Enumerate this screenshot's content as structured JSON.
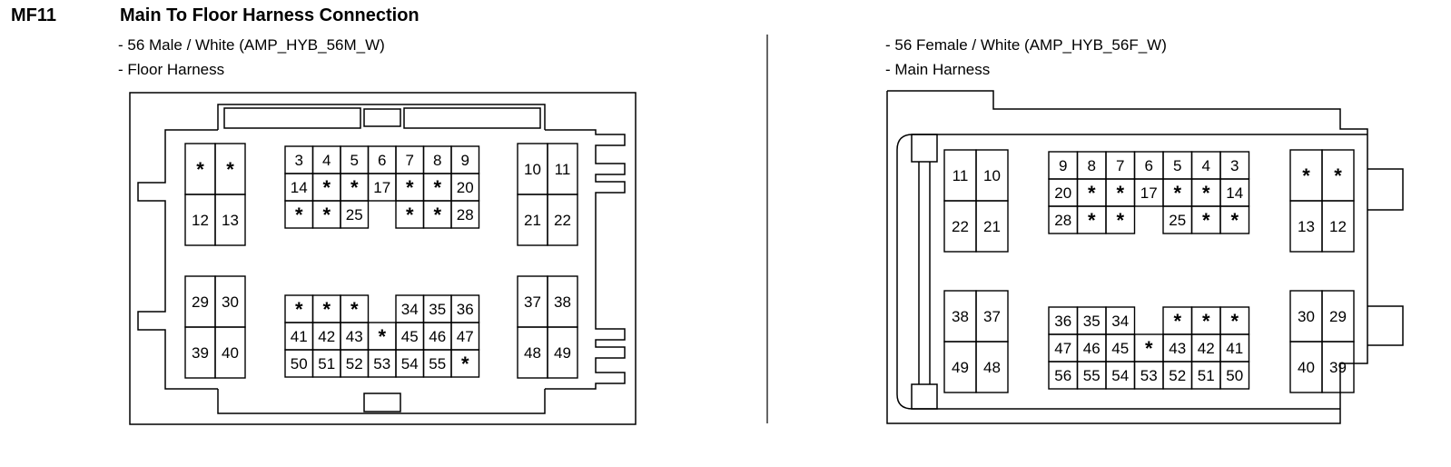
{
  "header": {
    "id": "MF11",
    "title": "Main To Floor Harness Connection"
  },
  "left_connector": {
    "line1": "- 56 Male / White (AMP_HYB_56M_W)",
    "line2": "- Floor Harness",
    "blocks": [
      {
        "rows": [
          [
            "*",
            "*"
          ],
          [
            "12",
            "13"
          ]
        ]
      },
      {
        "rows": [
          [
            "3",
            "4",
            "5",
            "6",
            "7",
            "8",
            "9"
          ],
          [
            "14",
            "*",
            "*",
            "17",
            "*",
            "*",
            "20"
          ],
          [
            "*",
            "*",
            "25",
            "",
            "*",
            "*",
            "28"
          ]
        ]
      },
      {
        "rows": [
          [
            "10",
            "11"
          ],
          [
            "21",
            "22"
          ]
        ]
      },
      {
        "rows": [
          [
            "29",
            "30"
          ],
          [
            "39",
            "40"
          ]
        ]
      },
      {
        "rows": [
          [
            "*",
            "*",
            "*",
            "",
            "34",
            "35",
            "36"
          ],
          [
            "41",
            "42",
            "43",
            "*",
            "45",
            "46",
            "47"
          ],
          [
            "50",
            "51",
            "52",
            "53",
            "54",
            "55",
            "*"
          ]
        ]
      },
      {
        "rows": [
          [
            "37",
            "38"
          ],
          [
            "48",
            "49"
          ]
        ]
      }
    ]
  },
  "right_connector": {
    "line1": "- 56 Female / White (AMP_HYB_56F_W)",
    "line2": "- Main Harness",
    "blocks": [
      {
        "rows": [
          [
            "11",
            "10"
          ],
          [
            "22",
            "21"
          ]
        ]
      },
      {
        "rows": [
          [
            "9",
            "8",
            "7",
            "6",
            "5",
            "4",
            "3"
          ],
          [
            "20",
            "*",
            "*",
            "17",
            "*",
            "*",
            "14"
          ],
          [
            "28",
            "*",
            "*",
            "",
            "25",
            "*",
            "*"
          ]
        ]
      },
      {
        "rows": [
          [
            "*",
            "*"
          ],
          [
            "13",
            "12"
          ]
        ]
      },
      {
        "rows": [
          [
            "38",
            "37"
          ],
          [
            "49",
            "48"
          ]
        ]
      },
      {
        "rows": [
          [
            "36",
            "35",
            "34",
            "",
            "*",
            "*",
            "*"
          ],
          [
            "47",
            "46",
            "45",
            "*",
            "43",
            "42",
            "41"
          ],
          [
            "56",
            "55",
            "54",
            "53",
            "52",
            "51",
            "50"
          ]
        ]
      },
      {
        "rows": [
          [
            "30",
            "29"
          ],
          [
            "40",
            "39"
          ]
        ]
      }
    ]
  }
}
